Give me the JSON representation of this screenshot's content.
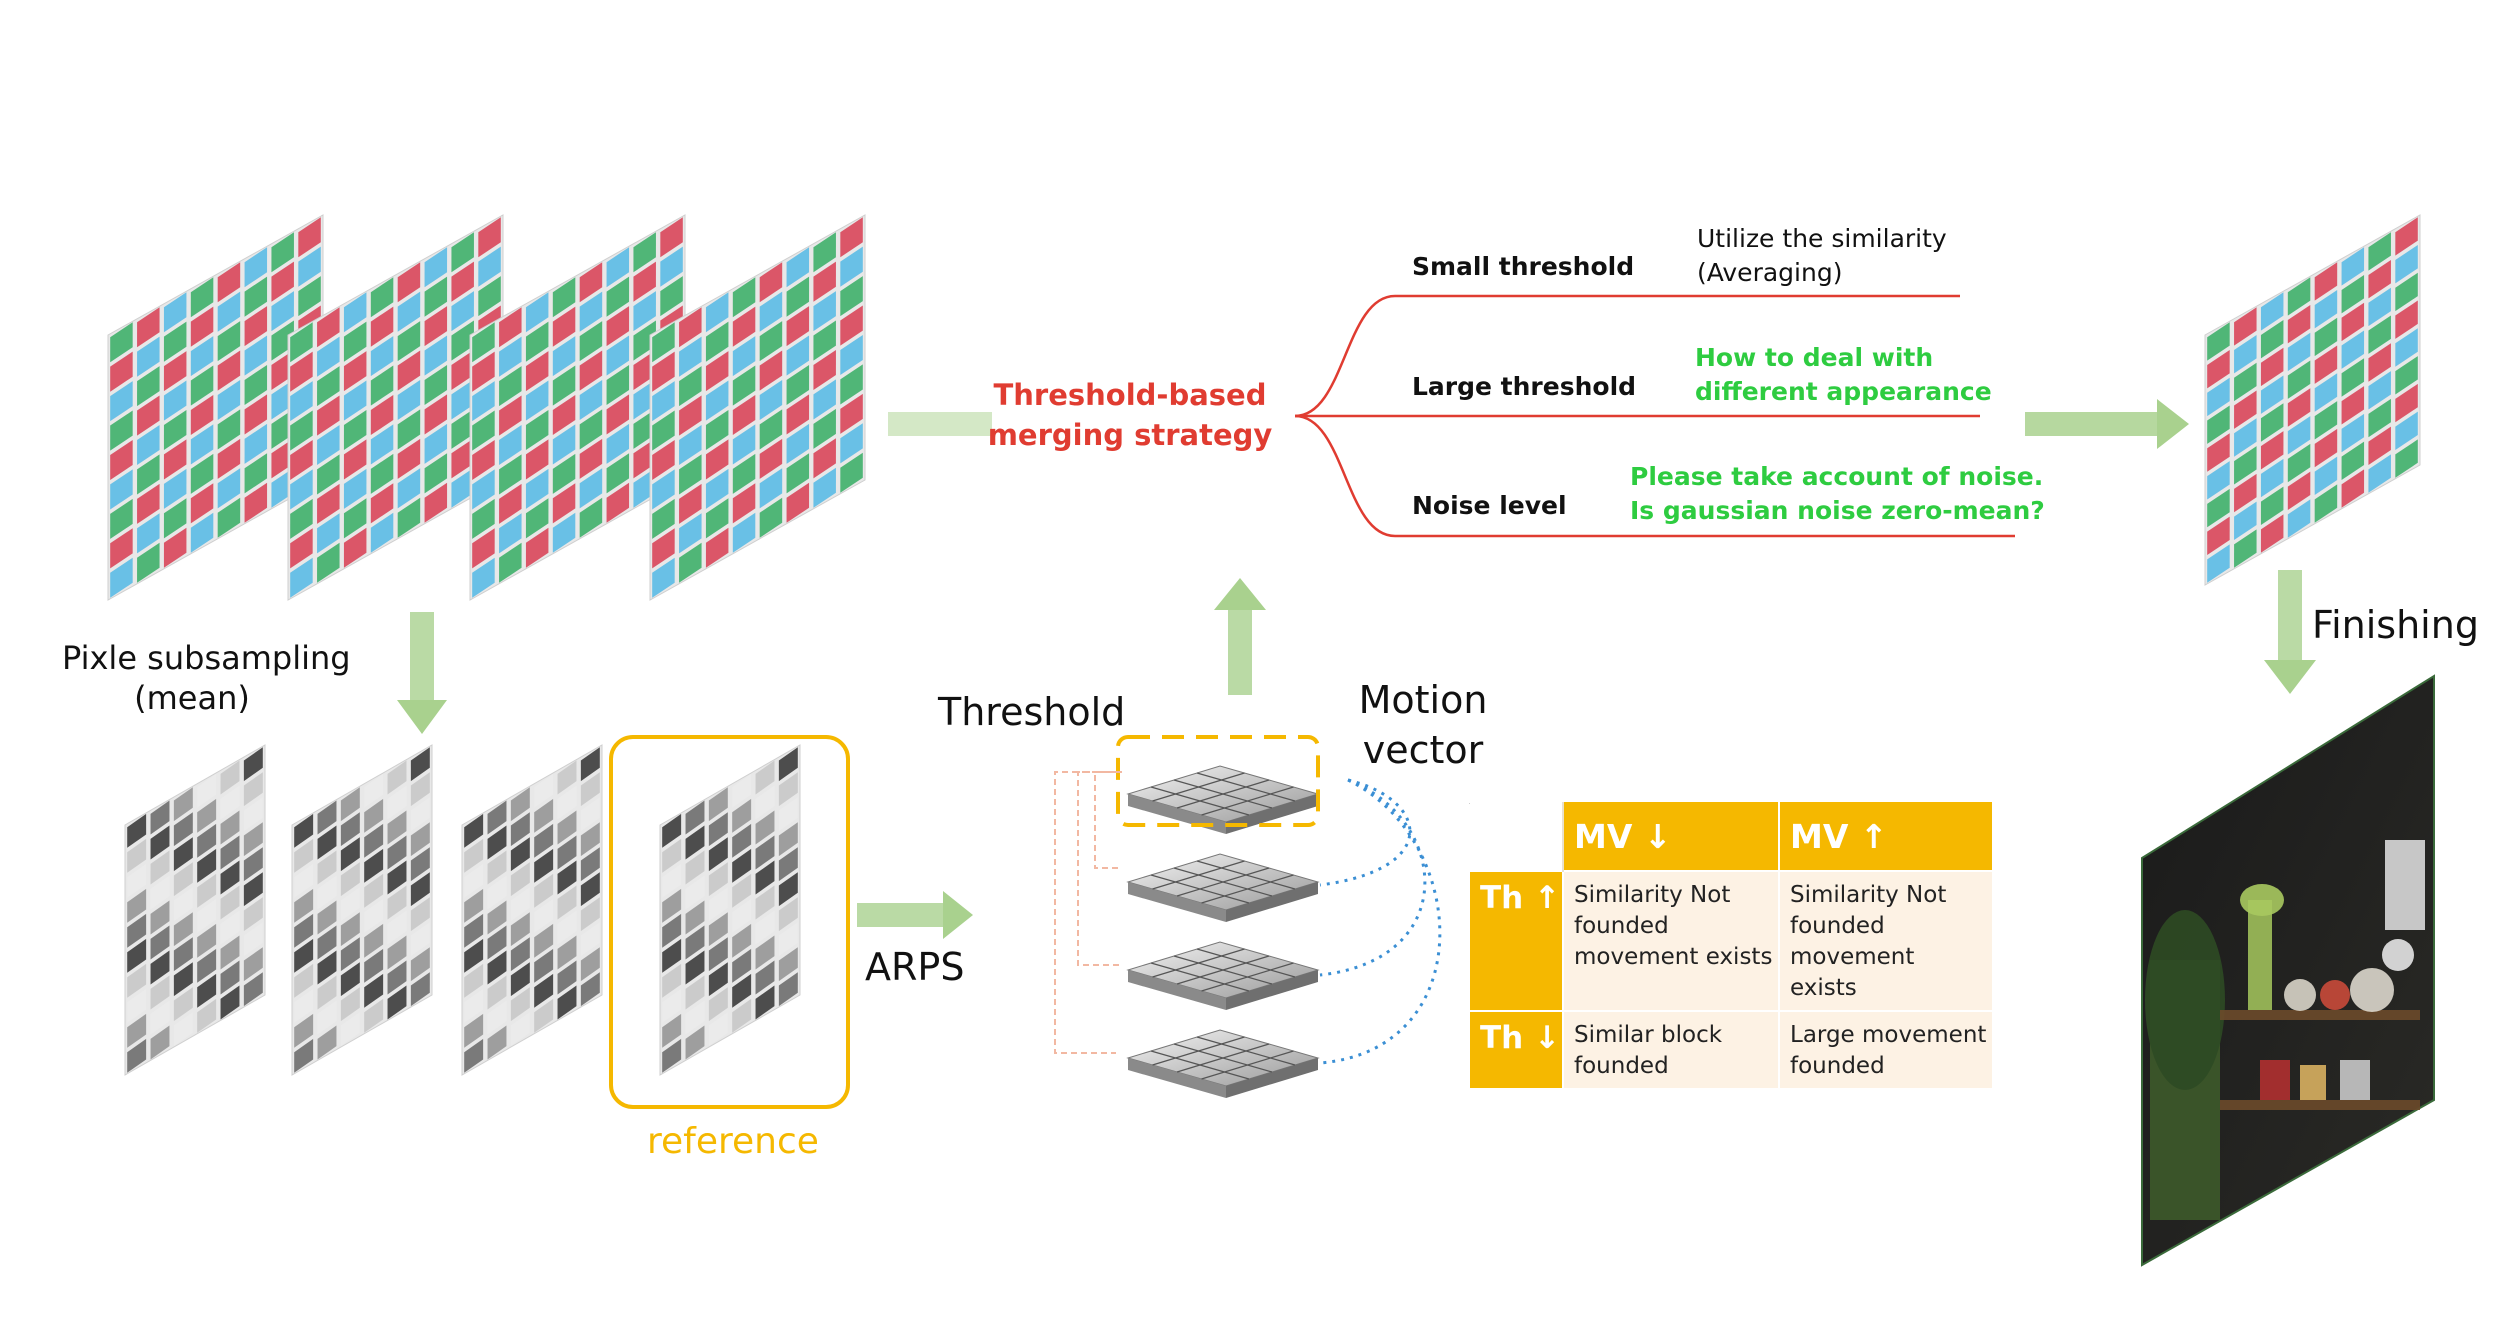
{
  "labels": {
    "subsampling_line1": "Pixle subsampling",
    "subsampling_line2": "(mean)",
    "reference": "reference",
    "arps": "ARPS",
    "threshold": "Threshold",
    "motion_line1": "Motion",
    "motion_line2": "vector",
    "strategy_line1": "Threshold-based",
    "strategy_line2": "merging strategy",
    "finishing": "Finishing"
  },
  "branches": [
    {
      "label": "Small threshold",
      "note_lines": [
        "Utilize the similarity",
        "(Averaging)"
      ],
      "note_style": "plain"
    },
    {
      "label": "Large threshold",
      "note_lines": [
        "How to deal with",
        "different appearance"
      ],
      "note_style": "green"
    },
    {
      "label": "Noise level",
      "note_lines": [
        "Please take account of noise.",
        "Is gaussian noise zero-mean?"
      ],
      "note_style": "green"
    }
  ],
  "table": {
    "col_headers": [
      "MV ↓",
      "MV ↑"
    ],
    "rows": [
      {
        "header": "Th ↑",
        "cells": [
          [
            "Similarity Not",
            "founded",
            "movement exists"
          ],
          [
            "Similarity Not",
            "founded",
            "movement exists"
          ]
        ]
      },
      {
        "header": "Th ↓",
        "cells": [
          [
            "Similar block",
            "founded"
          ],
          [
            "Large movement",
            "founded"
          ]
        ]
      }
    ]
  },
  "colors": {
    "accent_red": "#e03c31",
    "accent_green": "#2ecc40",
    "accent_yellow": "#f5b800",
    "arrow_green": "#a9d18e",
    "table_cell": "#fdf2e4",
    "mosaic_red": "#d9465a",
    "mosaic_green": "#3fb06a",
    "mosaic_blue": "#5bbbe6",
    "motion_dots": "#3b8fd4",
    "bracket": "#f2b8a2"
  },
  "icons": [
    "arrow-down-icon",
    "arrow-right-icon",
    "arrow-up-icon"
  ]
}
